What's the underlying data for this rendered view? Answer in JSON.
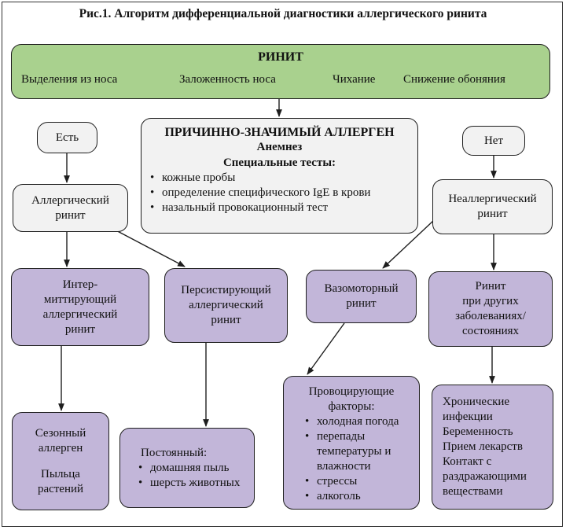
{
  "title": "Рис.1. Алгоритм дифференциальной диагностики аллергического ринита",
  "rinit": {
    "heading": "РИНИТ",
    "symptoms": [
      "Выделения из носа",
      "Заложенность носа",
      "Чихание",
      "Снижение обоняния"
    ]
  },
  "allergen": {
    "heading": "ПРИЧИННО-ЗНАЧИМЫЙ АЛЛЕРГЕН",
    "anamnesis": "Анемнез",
    "tests_heading": "Специальные тесты:",
    "tests": [
      "кожные пробы",
      "определение специфического IgE в крови",
      "назальный провокационный тест"
    ]
  },
  "yes": "Есть",
  "no": "Нет",
  "allergic": [
    "Аллергический",
    "ринит"
  ],
  "nonallergic": [
    "Неаллергический",
    "ринит"
  ],
  "intermittent": [
    "Интер-",
    "миттирующий",
    "аллергический",
    "ринит"
  ],
  "persistent": [
    "Персистирующий",
    "аллергический",
    "ринит"
  ],
  "vasomotor": [
    "Вазомоторный",
    "ринит"
  ],
  "other": [
    "Ринит",
    "при других",
    "заболеваниях/",
    "состояниях"
  ],
  "seasonal": {
    "lines": [
      "Сезонный",
      "аллерген"
    ],
    "pollen": [
      "Пыльца",
      "растений"
    ]
  },
  "constant": {
    "heading": "Постоянный:",
    "items": [
      "домашняя пыль",
      "шерсть животных"
    ]
  },
  "provoking": {
    "heading": [
      "Провоцирующие",
      "факторы:"
    ],
    "items": [
      "холодная погода",
      "перепады температуры и влажности",
      "стрессы",
      "алкоголь"
    ]
  },
  "conditions": [
    "Хронические инфекции",
    "Беременность",
    "Прием лекарств",
    "Контакт с раздражающими веществами"
  ],
  "colors": {
    "green": "#a9d18e",
    "gray": "#f2f2f2",
    "purple": "#c2b6d9",
    "border": "#1e1e1e"
  }
}
